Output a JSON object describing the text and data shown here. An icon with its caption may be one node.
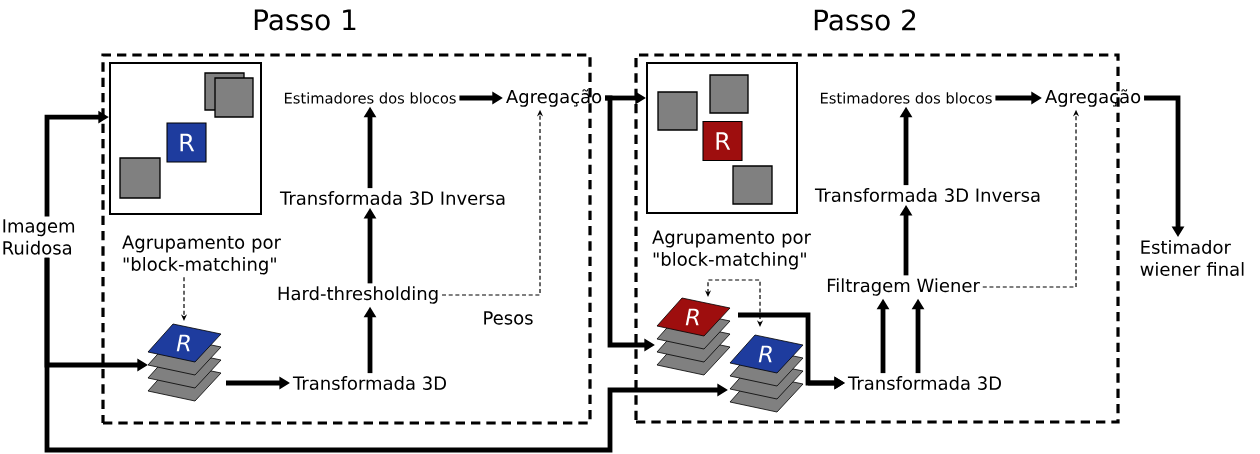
{
  "diagram": {
    "nodes": [
      {
        "text": [
          "Passo 1"
        ]
      },
      {
        "text": [
          "Passo 2"
        ]
      },
      {
        "text": [
          "Imagem Ruidosa"
        ]
      },
      {
        "text": [],
        "shape": "picture",
        "in": 0
      },
      {
        "text": [
          "R"
        ],
        "in": 3
      },
      {
        "text": [
          "Agrupamento por \"block-matching\""
        ],
        "in": 0
      },
      {
        "text": [
          "R"
        ],
        "in": 0
      },
      {
        "text": [
          "Transformada 3D"
        ],
        "in": 0
      },
      {
        "text": [
          "Hard-thresholding"
        ],
        "in": 0
      },
      {
        "text": [
          "Transformada 3D Inversa"
        ],
        "in": 0
      },
      {
        "text": [
          "Estimadores dos blocos"
        ],
        "in": 0
      },
      {
        "text": [
          "Agregação"
        ],
        "in": 0
      },
      {
        "text": [],
        "shape": "picture",
        "in": 1
      },
      {
        "text": [
          "R"
        ],
        "in": 12
      },
      {
        "text": [
          "Agrupamento por \"block-matching\""
        ],
        "in": 1
      },
      {
        "text": [
          "R"
        ],
        "in": 1
      },
      {
        "text": [
          "R"
        ],
        "in": 1
      },
      {
        "text": [
          "Transformada 3D"
        ],
        "in": 1
      },
      {
        "text": [
          "Filtragem Wiener"
        ],
        "in": 1
      },
      {
        "text": [
          "Transformada 3D Inversa"
        ],
        "in": 1
      },
      {
        "text": [
          "Estimadores dos blocos"
        ],
        "in": 1
      },
      {
        "text": [
          "Agregação"
        ],
        "in": 1
      },
      {
        "text": [
          "Estimador wiener final"
        ]
      }
    ],
    "edges": [
      {
        "from": 2,
        "to": 3,
        "arrow": "to"
      },
      {
        "from": 2,
        "to": 6,
        "arrow": "to"
      },
      {
        "from": 5,
        "to": 6,
        "arrow": "to",
        "style": "dashed"
      },
      {
        "from": 6,
        "to": 7,
        "arrow": "to"
      },
      {
        "from": 7,
        "to": 8,
        "arrow": "to"
      },
      {
        "from": 8,
        "to": 9,
        "arrow": "to"
      },
      {
        "from": 9,
        "to": 10,
        "arrow": "to"
      },
      {
        "from": 10,
        "to": 11,
        "arrow": "to"
      },
      {
        "from": 8,
        "to": 11,
        "arrow": "to",
        "style": "dashed",
        "label": "Pesos"
      },
      {
        "from": 11,
        "to": 12,
        "arrow": "to"
      },
      {
        "from": 11,
        "to": 15,
        "arrow": "to"
      },
      {
        "from": 2,
        "to": 16,
        "arrow": "to"
      },
      {
        "from": 15,
        "to": 16,
        "arrow": "both",
        "style": "dashed"
      },
      {
        "from": 15,
        "to": 17,
        "arrow": "to"
      },
      {
        "from": 16,
        "to": 17,
        "arrow": "to"
      },
      {
        "from": 17,
        "to": 18,
        "arrow": "to"
      },
      {
        "from": 17,
        "to": 18,
        "arrow": "to"
      },
      {
        "from": 18,
        "to": 19,
        "arrow": "to"
      },
      {
        "from": 19,
        "to": 20,
        "arrow": "to"
      },
      {
        "from": 20,
        "to": 21,
        "arrow": "to"
      },
      {
        "from": 18,
        "to": 21,
        "arrow": "to",
        "style": "dashed"
      },
      {
        "from": 21,
        "to": 22,
        "arrow": "to"
      }
    ]
  }
}
